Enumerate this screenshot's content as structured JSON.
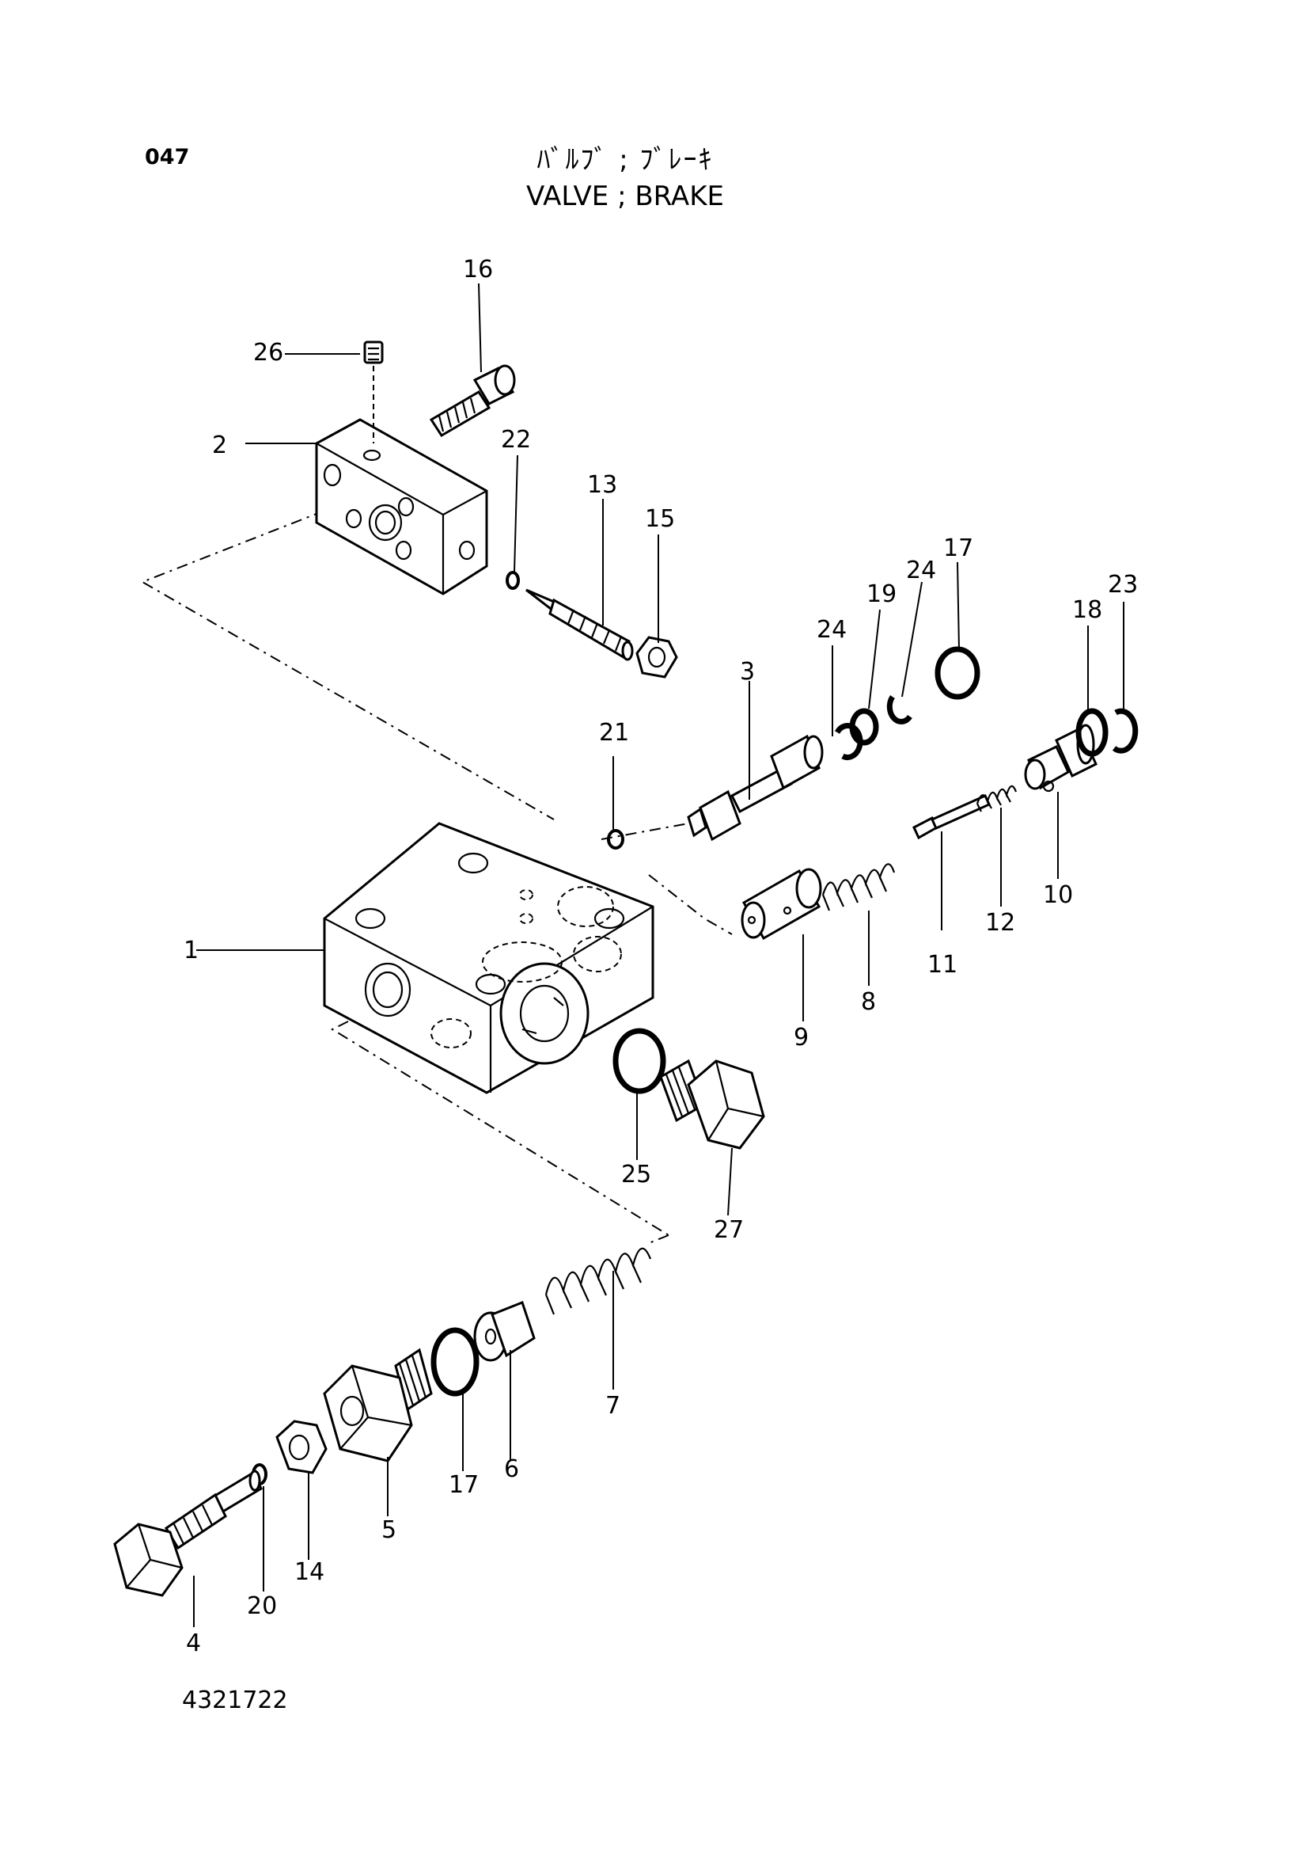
{
  "header": {
    "page_number": "047",
    "title_jp": "ﾊﾞﾙﾌﾞ ; ﾌﾞﾚｰｷ",
    "title_en": "VALVE ; BRAKE"
  },
  "footer": {
    "drawing_number": "4321722"
  },
  "callouts": {
    "p1": "1",
    "p2": "2",
    "p3": "3",
    "p4": "4",
    "p5": "5",
    "p6": "6",
    "p7": "7",
    "p8": "8",
    "p9": "9",
    "p10": "10",
    "p11": "11",
    "p12": "12",
    "p13": "13",
    "p14": "14",
    "p15": "15",
    "p16": "16",
    "p17a": "17",
    "p17b": "17",
    "p18": "18",
    "p19": "19",
    "p20": "20",
    "p21": "21",
    "p22": "22",
    "p23": "23",
    "p24a": "24",
    "p24b": "24",
    "p25": "25",
    "p26": "26",
    "p27": "27"
  }
}
